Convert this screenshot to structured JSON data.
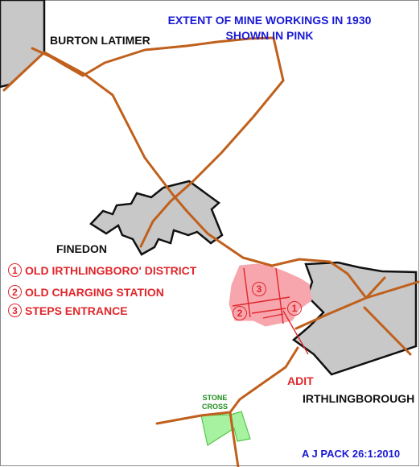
{
  "map": {
    "title_line1": "EXTENT OF MINE WORKINGS IN 1930",
    "title_line2": "SHOWN IN PINK",
    "places": {
      "burton_latimer": "BURTON LATIMER",
      "finedon": "FINEDON",
      "irthlingborough": "IRTHLINGBOROUGH",
      "stone_cross_line1": "STONE",
      "stone_cross_line2": "CROSS",
      "adit": "ADIT"
    },
    "legend": [
      {
        "number": "1",
        "label": "OLD IRTHLINGBORO' DISTRICT"
      },
      {
        "number": "2",
        "label": "OLD CHARGING STATION"
      },
      {
        "number": "3",
        "label": "STEPS ENTRANCE"
      }
    ],
    "markers": [
      "1",
      "2",
      "3"
    ],
    "credit": "A J PACK  26:1:2010",
    "colors": {
      "road": "#c0601c",
      "town_fill": "#c8c8c8",
      "mine_fill": "#f7a6ad",
      "mine_line": "#e0262b",
      "stone_cross_fill": "#a7f2a0",
      "title": "#1a1ad6"
    }
  }
}
